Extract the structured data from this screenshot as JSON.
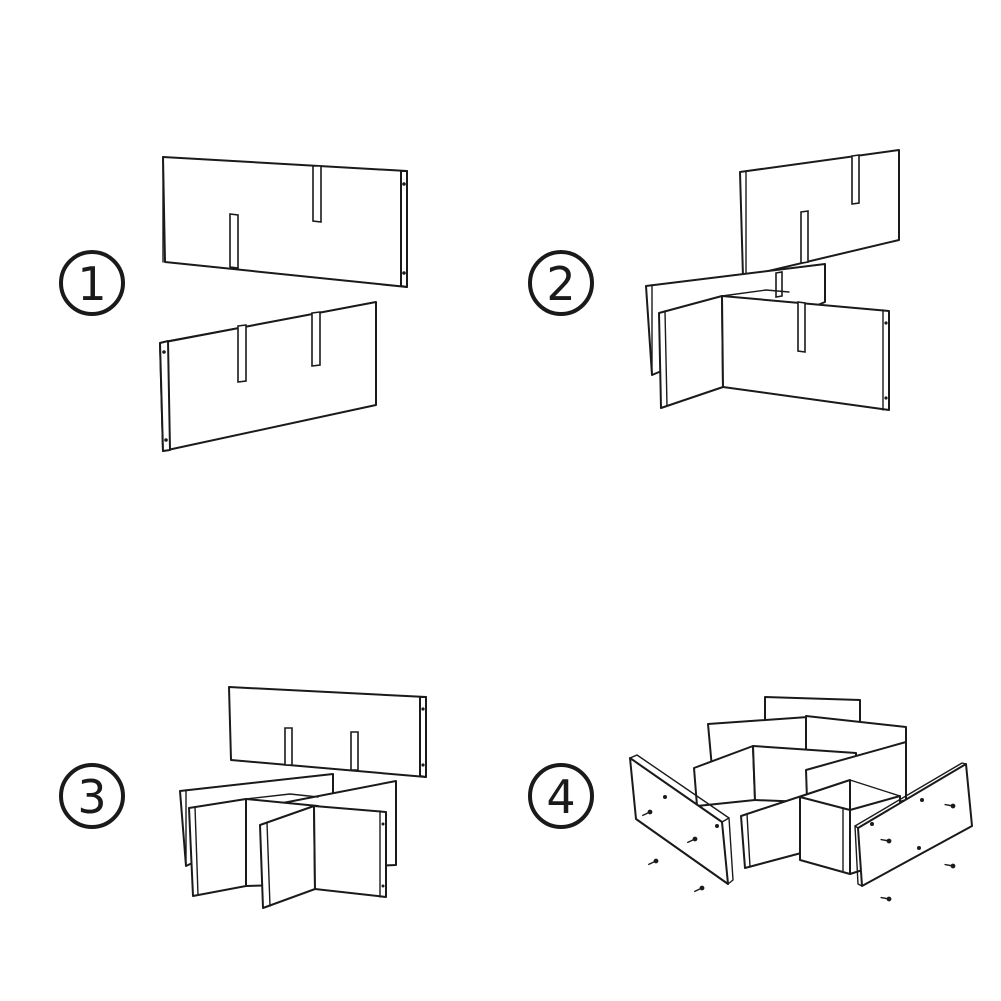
{
  "steps": [
    {
      "number": "1"
    },
    {
      "number": "2"
    },
    {
      "number": "3"
    },
    {
      "number": "4"
    }
  ],
  "colors": {
    "ink": "#1a1a1a",
    "background": "#ffffff"
  },
  "icons": [
    "screw-icon"
  ]
}
